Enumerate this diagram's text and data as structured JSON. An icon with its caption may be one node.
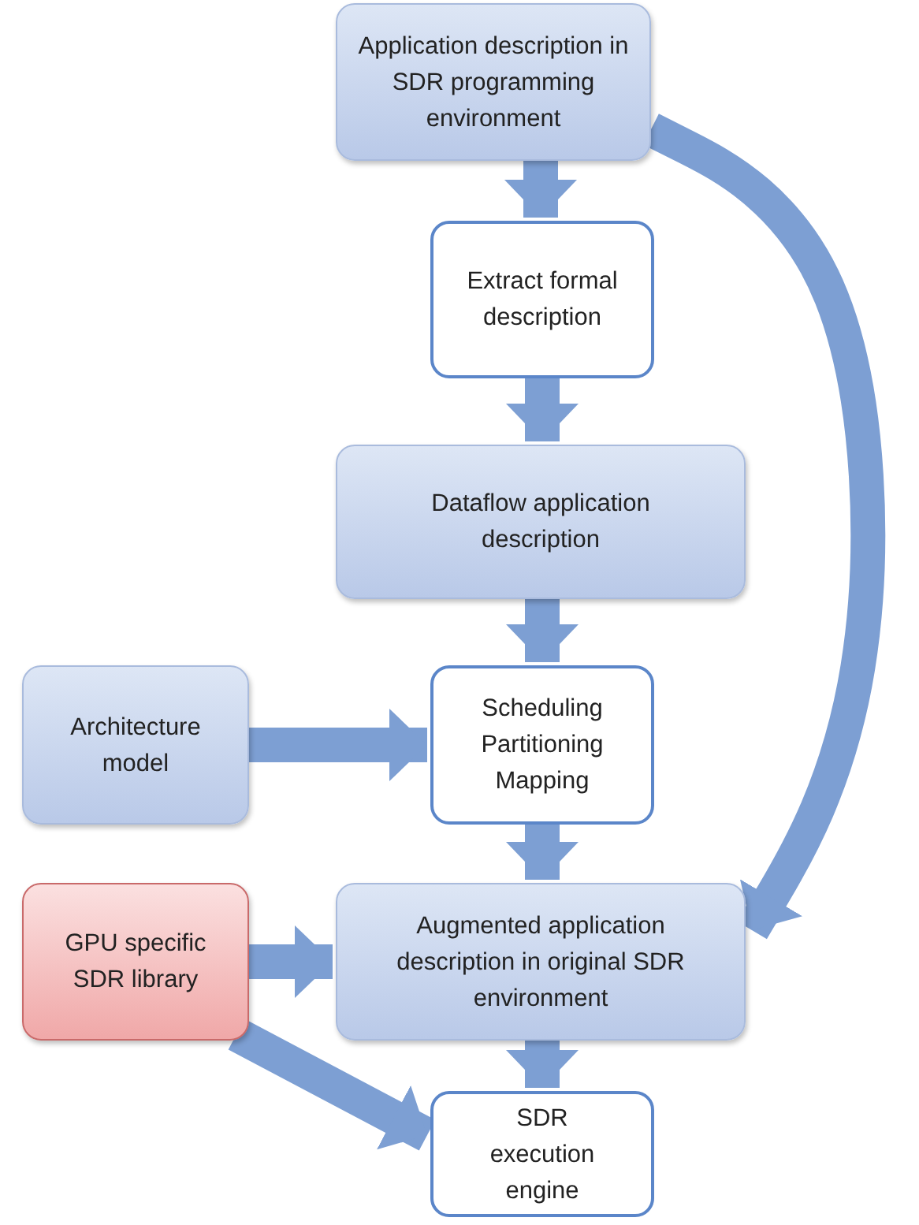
{
  "diagram": {
    "nodes": [
      {
        "text": [
          "Application description in SDR programming environment"
        ]
      },
      {
        "text": [
          "Extract formal description"
        ]
      },
      {
        "text": [
          "Dataflow application description"
        ]
      },
      {
        "text": [
          "Architecture model"
        ]
      },
      {
        "text": [
          "Scheduling Partitioning Mapping"
        ]
      },
      {
        "text": [
          "GPU specific SDR library"
        ]
      },
      {
        "text": [
          "Augmented application description in original SDR environment"
        ]
      },
      {
        "text": [
          "SDR execution engine"
        ]
      }
    ],
    "edges": [
      {
        "from": 0,
        "to": 1,
        "arrow": "to"
      },
      {
        "from": 1,
        "to": 2,
        "arrow": "to"
      },
      {
        "from": 2,
        "to": 4,
        "arrow": "to"
      },
      {
        "from": 3,
        "to": 4,
        "arrow": "to"
      },
      {
        "from": 4,
        "to": 6,
        "arrow": "to"
      },
      {
        "from": 5,
        "to": 6,
        "arrow": "to"
      },
      {
        "from": 5,
        "to": 7,
        "arrow": "to"
      },
      {
        "from": 6,
        "to": 7,
        "arrow": "to"
      },
      {
        "from": 0,
        "to": 6,
        "arrow": "to"
      }
    ]
  }
}
